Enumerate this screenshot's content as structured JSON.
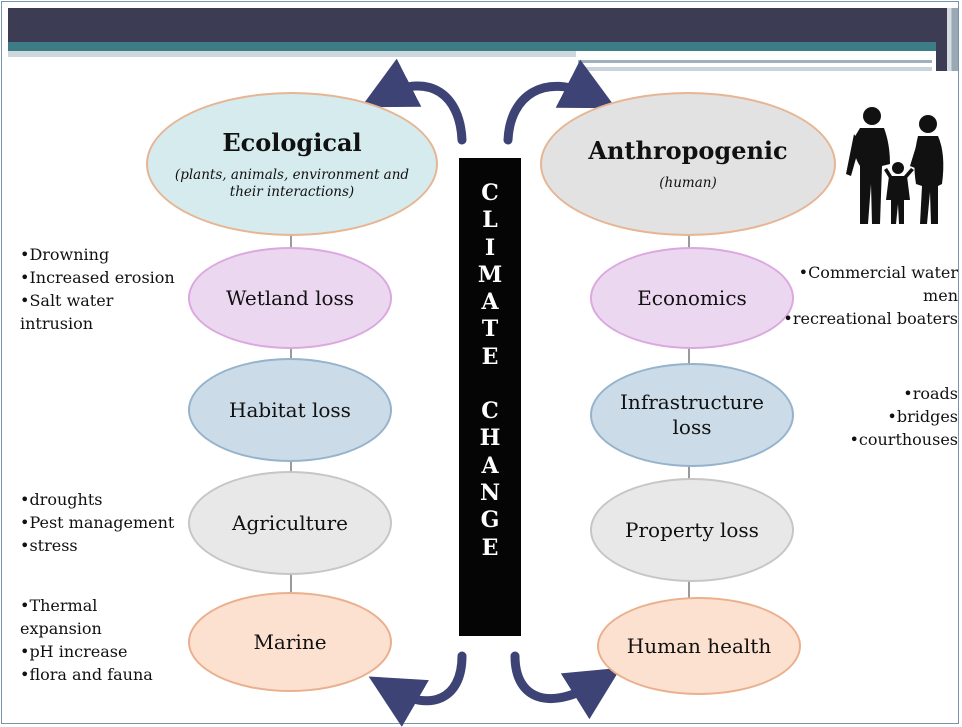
{
  "center": {
    "letters_top": [
      "C",
      "L",
      "I",
      "M",
      "A",
      "T",
      "E"
    ],
    "letters_bottom": [
      "C",
      "H",
      "A",
      "N",
      "G",
      "E"
    ]
  },
  "left": {
    "title": "Ecological",
    "subtitle_line1": "(plants, animals, environment and",
    "subtitle_line2": "their interactions)",
    "items": [
      {
        "label": "Wetland loss"
      },
      {
        "label": "Habitat loss"
      },
      {
        "label": "Agriculture"
      },
      {
        "label": "Marine"
      }
    ]
  },
  "right": {
    "title": "Anthropogenic",
    "subtitle": "(human)",
    "items": [
      {
        "label": "Economics"
      },
      {
        "label_line1": "Infrastructure",
        "label_line2": "loss"
      },
      {
        "label": "Property loss"
      },
      {
        "label": "Human health"
      }
    ]
  },
  "notes": {
    "wetland": [
      "•Drowning",
      "•Increased erosion",
      "•Salt water",
      "intrusion"
    ],
    "agriculture": [
      "•droughts",
      "•Pest management",
      "•stress"
    ],
    "marine": [
      "•Thermal",
      "expansion",
      "•pH increase",
      "•flora and fauna"
    ],
    "economics": [
      "•Commercial water",
      "men",
      "•recreational boaters"
    ],
    "infrastructure": [
      "•roads",
      "•bridges",
      "•courthouses"
    ]
  },
  "colors": {
    "header_dark": "#3c3d55",
    "header_teal": "#3d7d86",
    "arrow": "#3d4375",
    "climate_bar": "#050505",
    "wetland": "#ecd7f0",
    "habitat": "#cbdbe7",
    "agriculture": "#e8e8e8",
    "marine": "#fce0d0",
    "ecological": "#d6ebee",
    "anthropogenic": "#e2e2e2"
  },
  "icons": [
    "family-silhouette-icon",
    "curved-arrow-icon"
  ]
}
